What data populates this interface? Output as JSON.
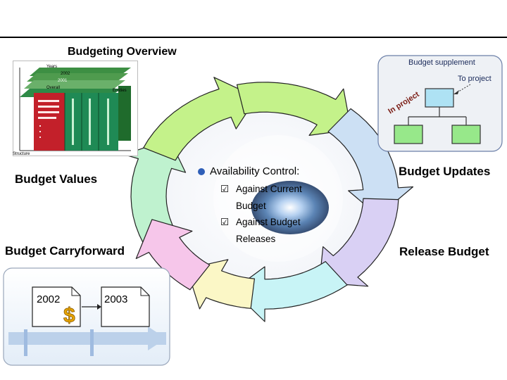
{
  "header": {
    "title": "Budgeting Overview"
  },
  "cube": {
    "years_label": "Years",
    "year_a": "2002",
    "year_b": "2001",
    "overall_label": "Overall",
    "entities_label": "Entities",
    "structure_label": "Structure"
  },
  "supplement": {
    "title": "Budget supplement",
    "to_project": "To project",
    "in_project": "In project"
  },
  "labels": {
    "budget_values": "Budget Values",
    "budget_carryforward": "Budget Carryforward",
    "budget_updates": "Budget Updates",
    "release_budget": "Release Budget"
  },
  "availability": {
    "title": "Availability Control:",
    "item1_line1": "Against Current",
    "item1_line2": "Budget",
    "item2_line1": "Against Budget",
    "item2_line2": "Releases"
  },
  "carryforward": {
    "doc_from": "2002",
    "doc_to": "2003",
    "currency_symbol": "$"
  },
  "colors": {
    "arrow_green": "#c4f28a",
    "arrow_blue": "#cce0f4",
    "arrow_lavender": "#d9d0f4",
    "arrow_cyan": "#c8f4f6",
    "arrow_yellow": "#fbf7c6",
    "arrow_pink": "#f6c6ea",
    "arrow_mint": "#bff2cf"
  }
}
